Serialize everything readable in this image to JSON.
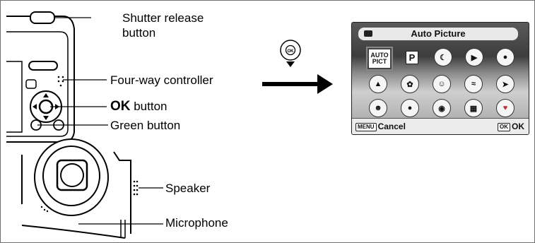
{
  "labels": {
    "shutter_line1": "Shutter release",
    "shutter_line2": "button",
    "four_way": "Four-way controller",
    "ok_bold": "OK",
    "ok_rest": " button",
    "green": "Green button",
    "speaker": "Speaker",
    "microphone": "Microphone"
  },
  "screen": {
    "title": "Auto Picture",
    "modes": [
      [
        "AUTO PICT",
        "P",
        "night-scene-icon",
        "movie-icon",
        "voice-icon"
      ],
      [
        "landscape-icon",
        "flower-icon",
        "portrait-icon",
        "surf-snow-icon",
        "sport-icon"
      ],
      [
        "kids-icon",
        "food-icon",
        "pet-icon",
        "frame-icon",
        "heart-icon"
      ]
    ],
    "selected_mode": "AUTO PICT",
    "footer_left_key": "MENU",
    "footer_left": "Cancel",
    "footer_right_key": "OK",
    "footer_right": "OK"
  },
  "controller_icon_text": "OK"
}
